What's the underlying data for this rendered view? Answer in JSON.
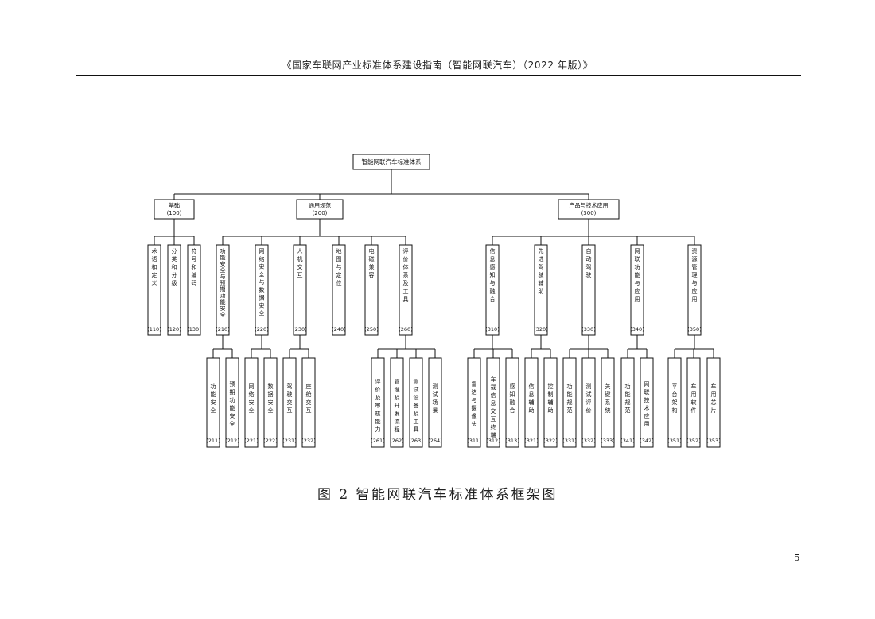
{
  "header": {
    "text": "《国家车联网产业标准体系建设指南（智能网联汽车）（2022 年版）》"
  },
  "diagram": {
    "root": {
      "label": "智能网联汽车标准体系"
    },
    "categories": [
      {
        "id": "100",
        "label": "基础",
        "code": "(100)",
        "children": [
          {
            "id": "110",
            "label": "术语和定义",
            "code": "(110)"
          },
          {
            "id": "120",
            "label": "分类和分级",
            "code": "(120)"
          },
          {
            "id": "130",
            "label": "符号和编码",
            "code": "(130)"
          }
        ]
      },
      {
        "id": "200",
        "label": "通用规范",
        "code": "(200)",
        "children": [
          {
            "id": "210",
            "label": "功能安全与预期功能安全",
            "code": "(210)",
            "children": [
              {
                "id": "211",
                "label": "功能安全",
                "code": "(211)"
              },
              {
                "id": "212",
                "label": "预期功能安全",
                "code": "(212)"
              }
            ]
          },
          {
            "id": "220",
            "label": "网络安全与数据安全",
            "code": "(220)",
            "children": [
              {
                "id": "221",
                "label": "网络安全",
                "code": "(221)"
              },
              {
                "id": "222",
                "label": "数据安全",
                "code": "(222)"
              }
            ]
          },
          {
            "id": "230",
            "label": "人机交互",
            "code": "(230)",
            "children": [
              {
                "id": "231",
                "label": "驾驶交互",
                "code": "(231)"
              },
              {
                "id": "232",
                "label": "座舱交互",
                "code": "(232)"
              }
            ]
          },
          {
            "id": "240",
            "label": "地图与定位",
            "code": "(240)"
          },
          {
            "id": "250",
            "label": "电磁兼容",
            "code": "(250)"
          },
          {
            "id": "260",
            "label": "评价体系及工具",
            "code": "(260)",
            "children": [
              {
                "id": "261",
                "label": "评价及审核能力",
                "code": "(261)"
              },
              {
                "id": "262",
                "label": "管理及开发流程",
                "code": "(262)"
              },
              {
                "id": "263",
                "label": "测试设备及工具",
                "code": "(263)"
              },
              {
                "id": "264",
                "label": "测试场景",
                "code": "(264)"
              }
            ]
          }
        ]
      },
      {
        "id": "300",
        "label": "产品与技术应用",
        "code": "(300)",
        "children": [
          {
            "id": "310",
            "label": "信息感知与融合",
            "code": "(310)",
            "children": [
              {
                "id": "311",
                "label": "雷达与摄像头",
                "code": "(311)"
              },
              {
                "id": "312",
                "label": "车载信息交互终端",
                "code": "(312)"
              },
              {
                "id": "313",
                "label": "感知融合",
                "code": "(313)"
              }
            ]
          },
          {
            "id": "320",
            "label": "先进驾驶辅助",
            "code": "(320)",
            "children": [
              {
                "id": "321",
                "label": "信息辅助",
                "code": "(321)"
              },
              {
                "id": "322",
                "label": "控制辅助",
                "code": "(322)"
              }
            ]
          },
          {
            "id": "330",
            "label": "自动驾驶",
            "code": "(330)",
            "children": [
              {
                "id": "331",
                "label": "功能规范",
                "code": "(331)"
              },
              {
                "id": "332",
                "label": "测试评价",
                "code": "(332)"
              },
              {
                "id": "333",
                "label": "关键系统",
                "code": "(333)"
              }
            ]
          },
          {
            "id": "340",
            "label": "网联功能与应用",
            "code": "(340)",
            "children": [
              {
                "id": "341",
                "label": "功能规范",
                "code": "(341)"
              },
              {
                "id": "342",
                "label": "网联技术应用",
                "code": "(342)"
              }
            ]
          },
          {
            "id": "350",
            "label": "资源管理与应用",
            "code": "(350)",
            "children": [
              {
                "id": "351",
                "label": "平台架构",
                "code": "(351)"
              },
              {
                "id": "352",
                "label": "车用软件",
                "code": "(352)"
              },
              {
                "id": "353",
                "label": "车用芯片",
                "code": "(353)"
              }
            ]
          }
        ]
      }
    ]
  },
  "caption": {
    "text": "图 2 智能网联汽车标准体系框架图"
  },
  "page_number": "5"
}
